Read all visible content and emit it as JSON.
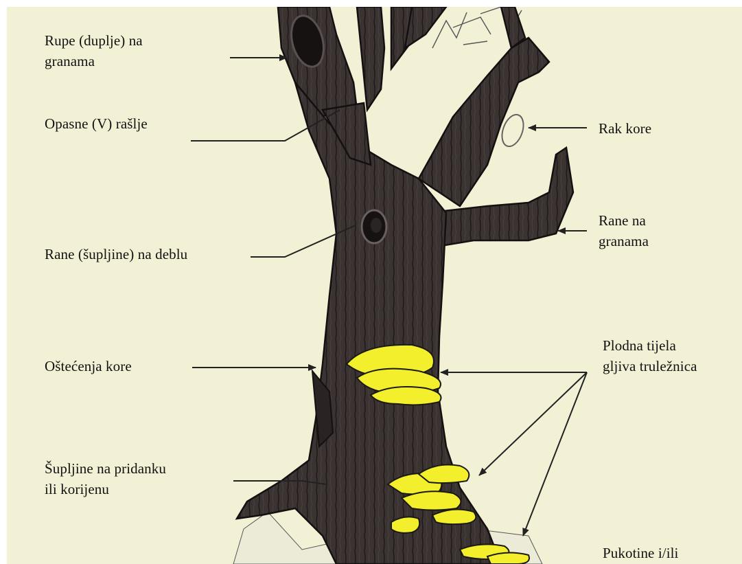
{
  "colors": {
    "background": "#f2f1d6",
    "trunk": "#3b3232",
    "trunk_outline": "#141010",
    "fungus": "#f4ef2c",
    "fungus_outline": "#1a1a10",
    "arrow": "#222222",
    "text": "#111111"
  },
  "labels": {
    "branch_holes": "Rupe (duplje) na\ngranama",
    "v_fork": "Opasne (V) rašlje",
    "trunk_wounds": "Rane (šupljine) na deblu",
    "bark_damage": "Oštećenja kore",
    "root_cavities": "Šupljine na pridanku\nili korijenu",
    "bark_canker": "Rak kore",
    "branch_wounds": "Rane na\ngranama",
    "fruiting_bodies": "Plodna tijela\ngljiva truležnica",
    "cracks": "Pukotine i/ili"
  }
}
